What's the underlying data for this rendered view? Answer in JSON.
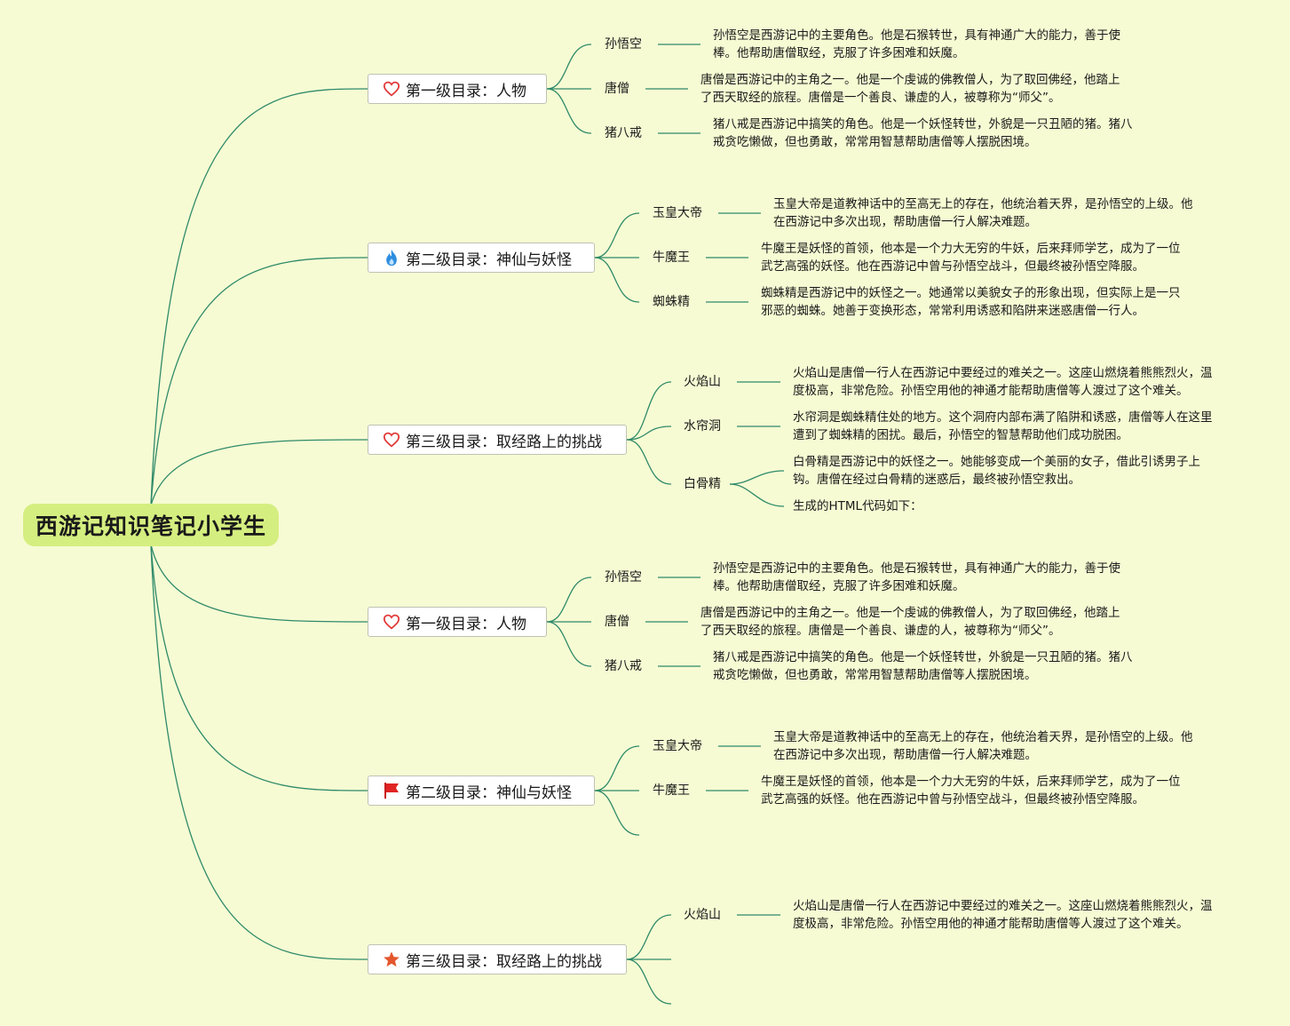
{
  "root": {
    "title": "西游记知识笔记小学生"
  },
  "colors": {
    "background": "#f6fbd3",
    "root_fill": "#d5ee80",
    "line": "#2f8a6a"
  },
  "branches": [
    {
      "title": "第一级目录：人物",
      "icon": "heart-outline-icon",
      "children": [
        {
          "label": "孙悟空",
          "desc": [
            "孙悟空是西游记中的主要角色。他是石猴转世，具有神通广大的能力，善于使",
            "棒。他帮助唐僧取经，克服了许多困难和妖魔。"
          ]
        },
        {
          "label": "唐僧",
          "desc": [
            "唐僧是西游记中的主角之一。他是一个虔诚的佛教僧人，为了取回佛经，他踏上",
            "了西天取经的旅程。唐僧是一个善良、谦虚的人，被尊称为“师父”。"
          ]
        },
        {
          "label": "猪八戒",
          "desc": [
            "猪八戒是西游记中搞笑的角色。他是一个妖怪转世，外貌是一只丑陋的猪。猪八",
            "戒贪吃懒做，但也勇敢，常常用智慧帮助唐僧等人摆脱困境。"
          ]
        }
      ]
    },
    {
      "title": "第二级目录：神仙与妖怪",
      "icon": "fire-icon",
      "children": [
        {
          "label": "玉皇大帝",
          "desc": [
            "玉皇大帝是道教神话中的至高无上的存在，他统治着天界，是孙悟空的上级。他",
            "在西游记中多次出现，帮助唐僧一行人解决难题。"
          ]
        },
        {
          "label": "牛魔王",
          "desc": [
            "牛魔王是妖怪的首领，他本是一个力大无穷的牛妖，后来拜师学艺，成为了一位",
            "武艺高强的妖怪。他在西游记中曾与孙悟空战斗，但最终被孙悟空降服。"
          ]
        },
        {
          "label": "蜘蛛精",
          "desc": [
            "蜘蛛精是西游记中的妖怪之一。她通常以美貌女子的形象出现，但实际上是一只",
            "邪恶的蜘蛛。她善于变换形态，常常利用诱惑和陷阱来迷惑唐僧一行人。"
          ]
        }
      ]
    },
    {
      "title": "第三级目录：取经路上的挑战",
      "icon": "heart-outline-icon",
      "children": [
        {
          "label": "火焰山",
          "desc": [
            "火焰山是唐僧一行人在西游记中要经过的难关之一。这座山燃烧着熊熊烈火，温",
            "度极高，非常危险。孙悟空用他的神通才能帮助唐僧等人渡过了这个难关。"
          ]
        },
        {
          "label": "水帘洞",
          "desc": [
            "水帘洞是蜘蛛精住处的地方。这个洞府内部布满了陷阱和诱惑，唐僧等人在这里",
            "遭到了蜘蛛精的困扰。最后，孙悟空的智慧帮助他们成功脱困。"
          ]
        },
        {
          "label": "白骨精",
          "desc": [
            "白骨精是西游记中的妖怪之一。她能够变成一个美丽的女子，借此引诱男子上",
            "钩。唐僧在经过白骨精的迷惑后，最终被孙悟空救出。"
          ],
          "extra": "生成的HTML代码如下："
        }
      ]
    },
    {
      "title": "第一级目录：人物",
      "icon": "heart-outline-icon",
      "children": [
        {
          "label": "孙悟空",
          "desc": [
            "孙悟空是西游记中的主要角色。他是石猴转世，具有神通广大的能力，善于使",
            "棒。他帮助唐僧取经，克服了许多困难和妖魔。"
          ]
        },
        {
          "label": "唐僧",
          "desc": [
            "唐僧是西游记中的主角之一。他是一个虔诚的佛教僧人，为了取回佛经，他踏上",
            "了西天取经的旅程。唐僧是一个善良、谦虚的人，被尊称为“师父”。"
          ]
        },
        {
          "label": "猪八戒",
          "desc": [
            "猪八戒是西游记中搞笑的角色。他是一个妖怪转世，外貌是一只丑陋的猪。猪八",
            "戒贪吃懒做，但也勇敢，常常用智慧帮助唐僧等人摆脱困境。"
          ]
        }
      ]
    },
    {
      "title": "第二级目录：神仙与妖怪",
      "icon": "red-flag-icon",
      "children": [
        {
          "label": "玉皇大帝",
          "desc": [
            "玉皇大帝是道教神话中的至高无上的存在，他统治着天界，是孙悟空的上级。他",
            "在西游记中多次出现，帮助唐僧一行人解决难题。"
          ]
        },
        {
          "label": "牛魔王",
          "desc": [
            "牛魔王是妖怪的首领，他本是一个力大无穷的牛妖，后来拜师学艺，成为了一位",
            "武艺高强的妖怪。他在西游记中曾与孙悟空战斗，但最终被孙悟空降服。"
          ]
        },
        {
          "label": ""
        }
      ]
    },
    {
      "title": "第三级目录：取经路上的挑战",
      "icon": "star-icon",
      "children": [
        {
          "label": "火焰山",
          "desc": [
            "火焰山是唐僧一行人在西游记中要经过的难关之一。这座山燃烧着熊熊烈火，温",
            "度极高，非常危险。孙悟空用他的神通才能帮助唐僧等人渡过了这个难关。"
          ]
        },
        {
          "label": ""
        },
        {
          "label": ""
        }
      ]
    }
  ]
}
